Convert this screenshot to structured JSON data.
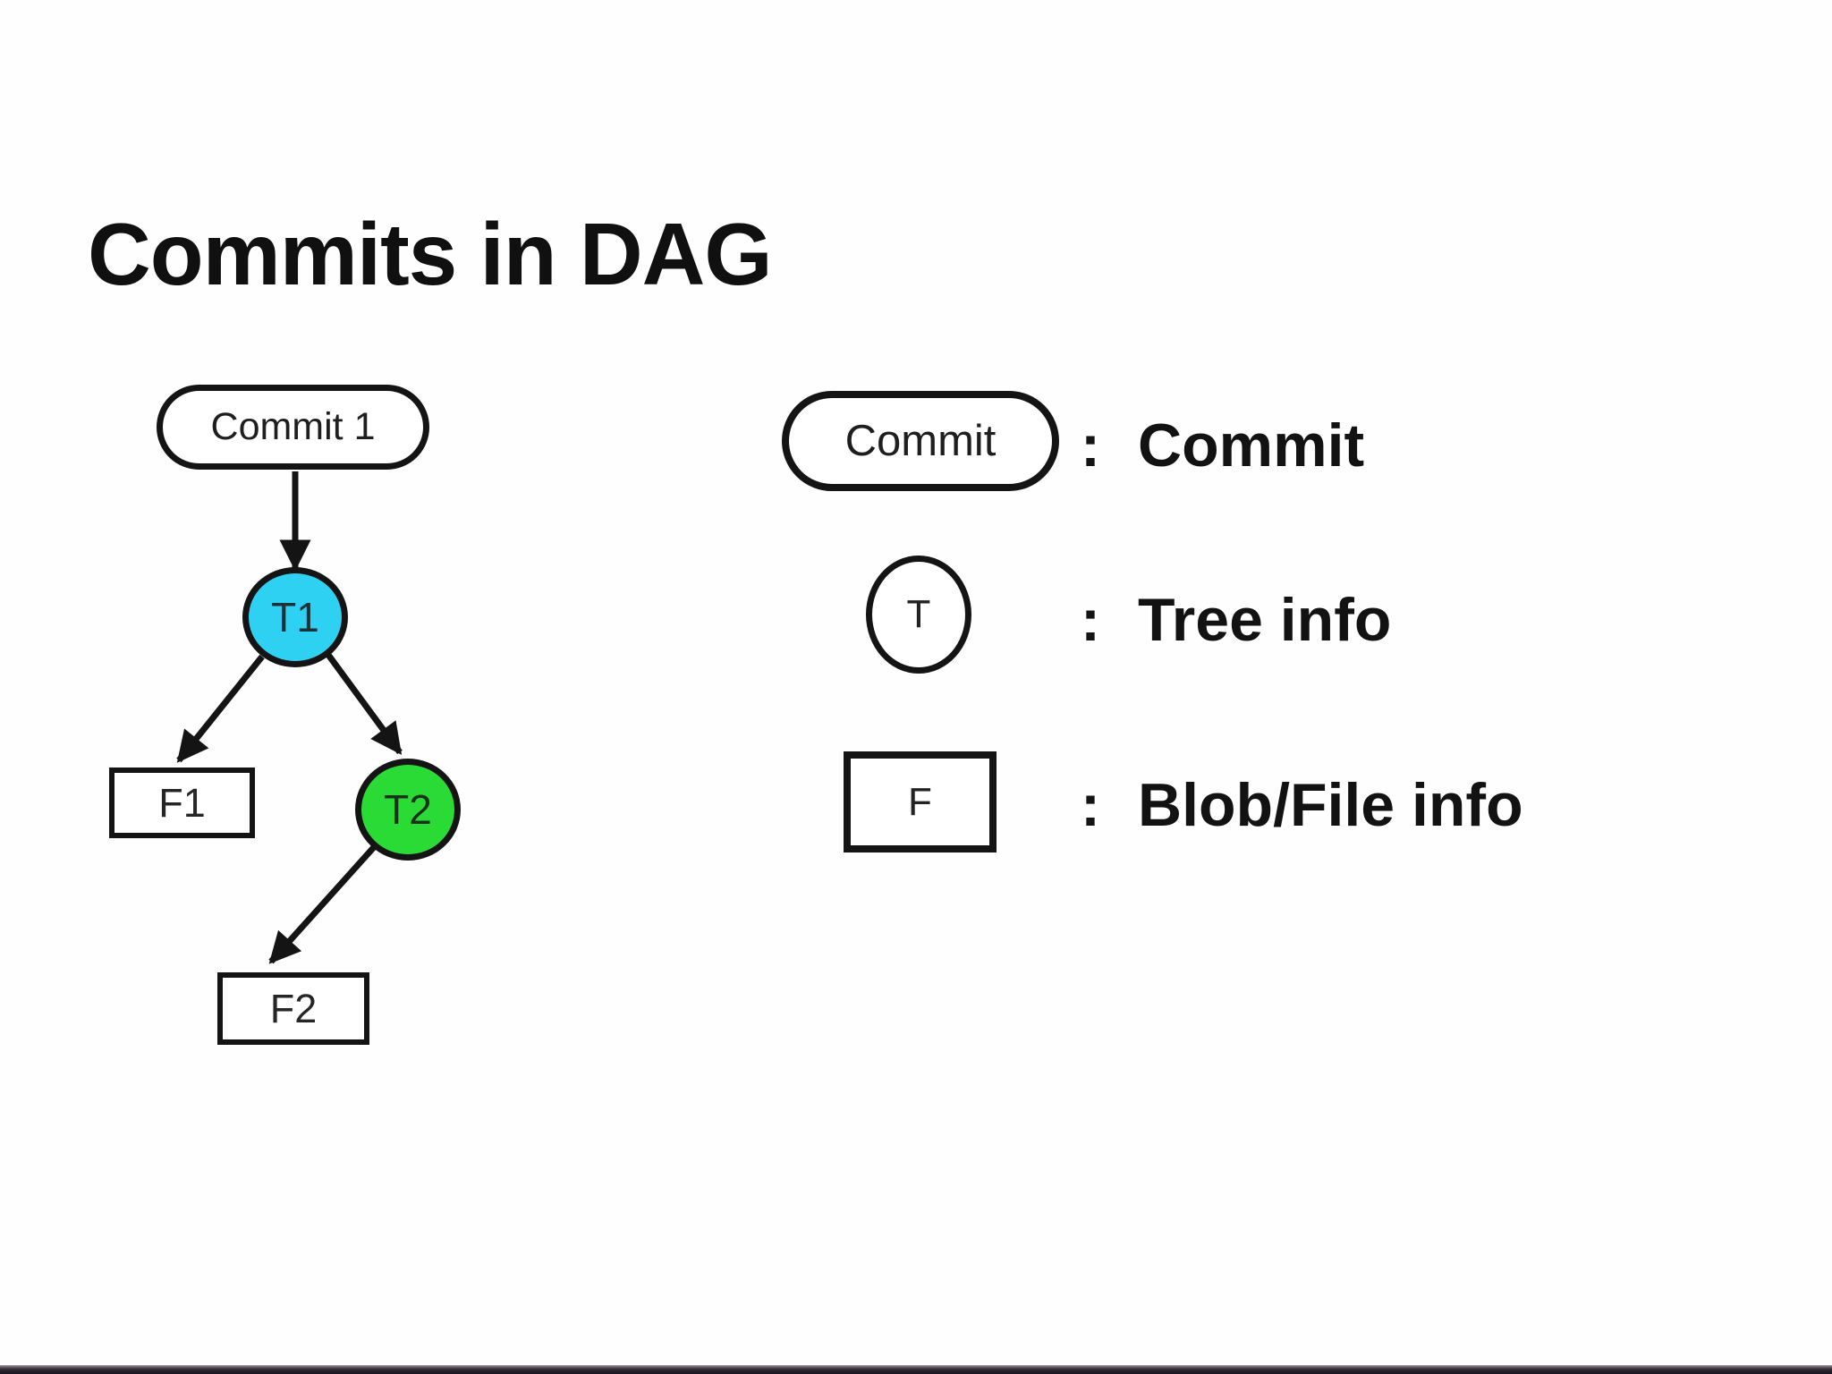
{
  "slide": {
    "title": "Commits in DAG"
  },
  "diagram": {
    "nodes": {
      "commit1": {
        "label": "Commit 1",
        "shape": "oval",
        "fill": "#ffffff"
      },
      "t1": {
        "label": "T1",
        "shape": "circle",
        "fill": "#2ED1F2"
      },
      "f1": {
        "label": "F1",
        "shape": "rect",
        "fill": "#ffffff"
      },
      "t2": {
        "label": "T2",
        "shape": "circle",
        "fill": "#2BDB35"
      },
      "f2": {
        "label": "F2",
        "shape": "rect",
        "fill": "#ffffff"
      }
    },
    "edges": [
      {
        "from": "commit1",
        "to": "t1"
      },
      {
        "from": "t1",
        "to": "f1"
      },
      {
        "from": "t1",
        "to": "t2"
      },
      {
        "from": "t2",
        "to": "f2"
      }
    ]
  },
  "legend": {
    "rows": [
      {
        "symbol": "commit-oval",
        "symbol_label": "Commit",
        "separator": ":",
        "label": "Commit"
      },
      {
        "symbol": "tree-circle",
        "symbol_label": "T",
        "separator": ":",
        "label": "Tree info"
      },
      {
        "symbol": "blob-rect",
        "symbol_label": "F",
        "separator": ":",
        "label": "Blob/File info"
      }
    ]
  },
  "colors": {
    "tree1_fill": "#2ED1F2",
    "tree2_fill": "#2BDB35",
    "stroke": "#141414",
    "text": "#121212",
    "background": "#fefefe"
  }
}
